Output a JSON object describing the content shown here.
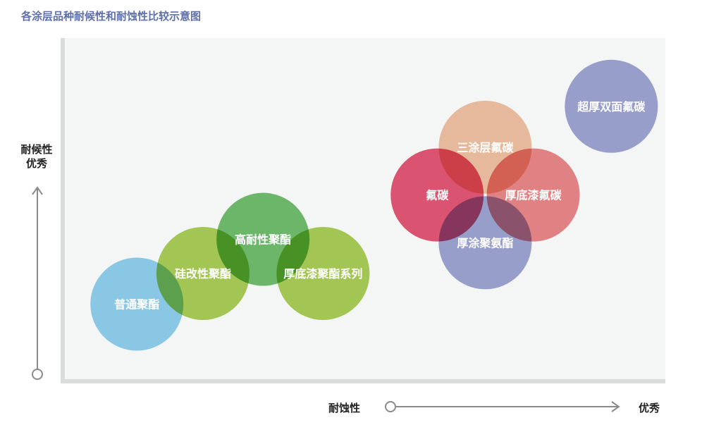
{
  "title": "各涂层品种耐候性和耐蚀性比较示意图",
  "chart_data": {
    "type": "bubble",
    "title": "各涂层品种耐候性和耐蚀性比较示意图",
    "xlabel": "耐蚀性",
    "x_high_label": "优秀",
    "ylabel": [
      "耐候性",
      "优秀"
    ],
    "xlim": [
      0,
      100
    ],
    "ylim": [
      0,
      100
    ],
    "grid": false,
    "series": [
      {
        "label": "普通聚酯",
        "x": 12,
        "y": 22,
        "color": "#7cc7ec"
      },
      {
        "label": "硅改性聚酯",
        "x": 23,
        "y": 31,
        "color": "#9bc43a"
      },
      {
        "label": "高耐性聚酯",
        "x": 33,
        "y": 41,
        "color": "#58b155"
      },
      {
        "label": "厚底漆聚酯系列",
        "x": 43,
        "y": 31,
        "color": "#9bc43a"
      },
      {
        "label": "三涂层氟碳",
        "x": 70,
        "y": 68,
        "color": "#eeb592"
      },
      {
        "label": "氟碳",
        "x": 62,
        "y": 54,
        "color": "#df3a5e"
      },
      {
        "label": "厚底漆氟碳",
        "x": 78,
        "y": 54,
        "color": "#e67173"
      },
      {
        "label": "厚涂聚氨酯",
        "x": 70,
        "y": 40,
        "color": "#8c94c9"
      },
      {
        "label": "超厚双面氟碳",
        "x": 91,
        "y": 80,
        "color": "#8c94c9"
      }
    ]
  }
}
